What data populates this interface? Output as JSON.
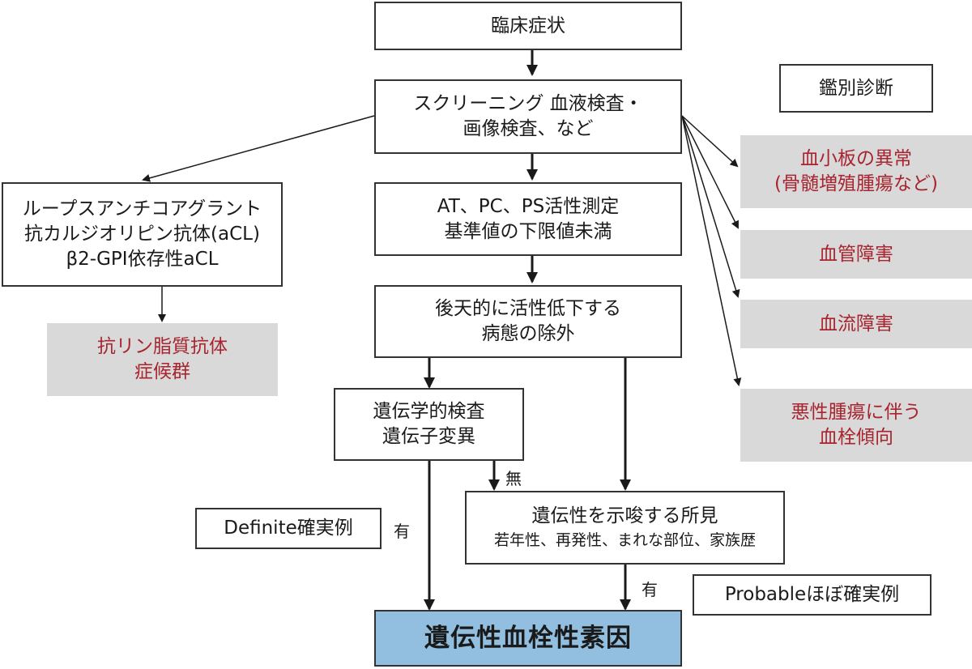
{
  "nodes": {
    "clinical": {
      "lines": [
        "臨床症状"
      ]
    },
    "screening": {
      "lines": [
        "スクリーニング 血液検査・",
        "画像検査、など"
      ]
    },
    "differential_header": {
      "lines": [
        "鑑別診断"
      ]
    },
    "antiphospholipid_tests": {
      "lines": [
        "ループスアンチコアグラント",
        "抗カルジオリピン抗体(aCL)",
        "β2-GPI依存性aCL"
      ]
    },
    "aps": {
      "lines": [
        "抗リン脂質抗体",
        "症候群"
      ]
    },
    "activity": {
      "lines": [
        "AT、PC、PS活性測定",
        "基準値の下限値未満"
      ]
    },
    "exclude": {
      "lines": [
        "後天的に活性低下する",
        "病態の除外"
      ]
    },
    "genetic_test": {
      "lines": [
        "遺伝学的検査",
        "遺伝子変異"
      ]
    },
    "suggestive": {
      "lines": [
        "遺伝性を示唆する所見",
        "若年性、再発性、まれな部位、家族歴"
      ]
    },
    "definite": {
      "lines": [
        "Definite確実例"
      ]
    },
    "probable": {
      "lines": [
        "Probableほぼ確実例"
      ]
    },
    "result": {
      "lines": [
        "遺伝性血栓性素因"
      ]
    },
    "dd_platelet": {
      "lines": [
        "血小板の異常",
        "(骨髄増殖腫瘍など)"
      ]
    },
    "dd_vascular": {
      "lines": [
        "血管障害"
      ]
    },
    "dd_flow": {
      "lines": [
        "血流障害"
      ]
    },
    "dd_malignancy": {
      "lines": [
        "悪性腫瘍に伴う",
        "血栓傾向"
      ]
    }
  },
  "edge_labels": {
    "none": "無",
    "yes_left": "有",
    "yes_right": "有"
  },
  "colors": {
    "differential_text": "#a8252f",
    "differential_fill": "#d9d9d9",
    "result_fill": "#92bfdf",
    "border": "#333333"
  }
}
